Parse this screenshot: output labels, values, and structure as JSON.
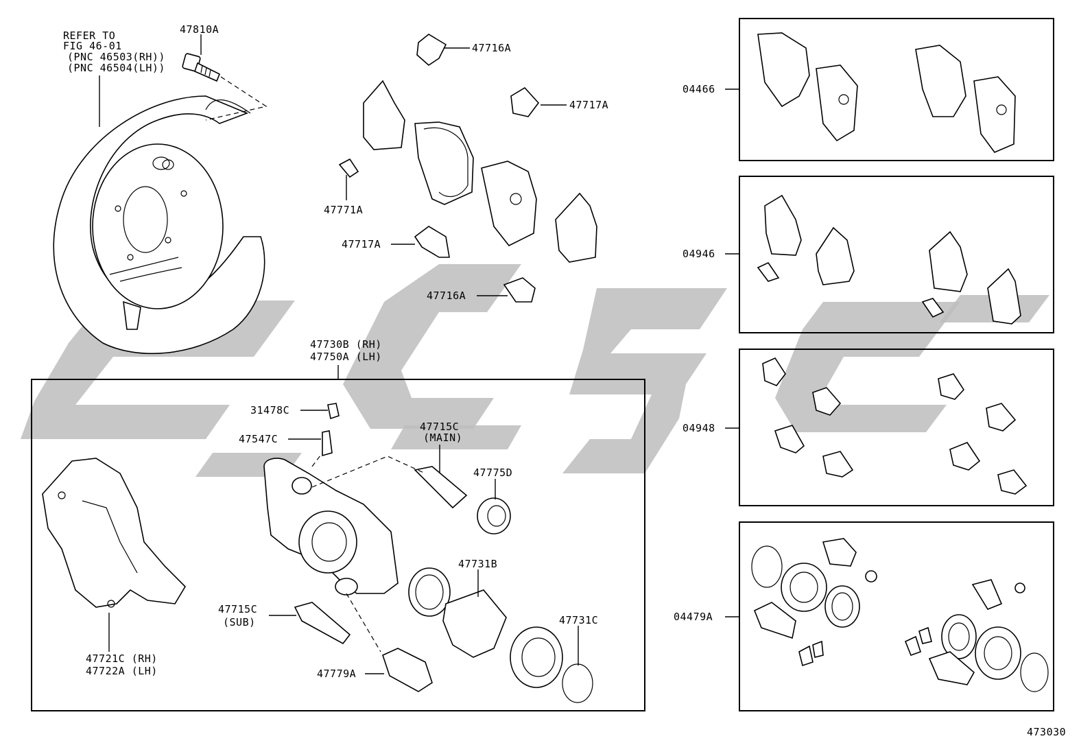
{
  "diagram_id": "473030",
  "notes": {
    "refer": [
      "REFER TO",
      "FIG 46-01",
      "(PNC 46503(RH))",
      "(PNC 46504(LH))"
    ]
  },
  "labels": {
    "l47810A": "47810A",
    "l47716A_top": "47716A",
    "l47717A_top": "47717A",
    "l47771A": "47771A",
    "l47717A_mid": "47717A",
    "l47716A_mid": "47716A",
    "l47730B": "47730B (RH)",
    "l47750A": "47750A (LH)",
    "l31478C": "31478C",
    "l47547C": "47547C",
    "l47715C_main1": "47715C",
    "l47715C_main2": "(MAIN)",
    "l47775D": "47775D",
    "l47731B": "47731B",
    "l47715C_sub1": "47715C",
    "l47715C_sub2": "(SUB)",
    "l47731C": "47731C",
    "l47779A": "47779A",
    "l47721C": "47721C (RH)",
    "l47722A": "47722A (LH)",
    "k04466": "04466",
    "k04946": "04946",
    "k04948": "04948",
    "k04479A": "04479A"
  }
}
